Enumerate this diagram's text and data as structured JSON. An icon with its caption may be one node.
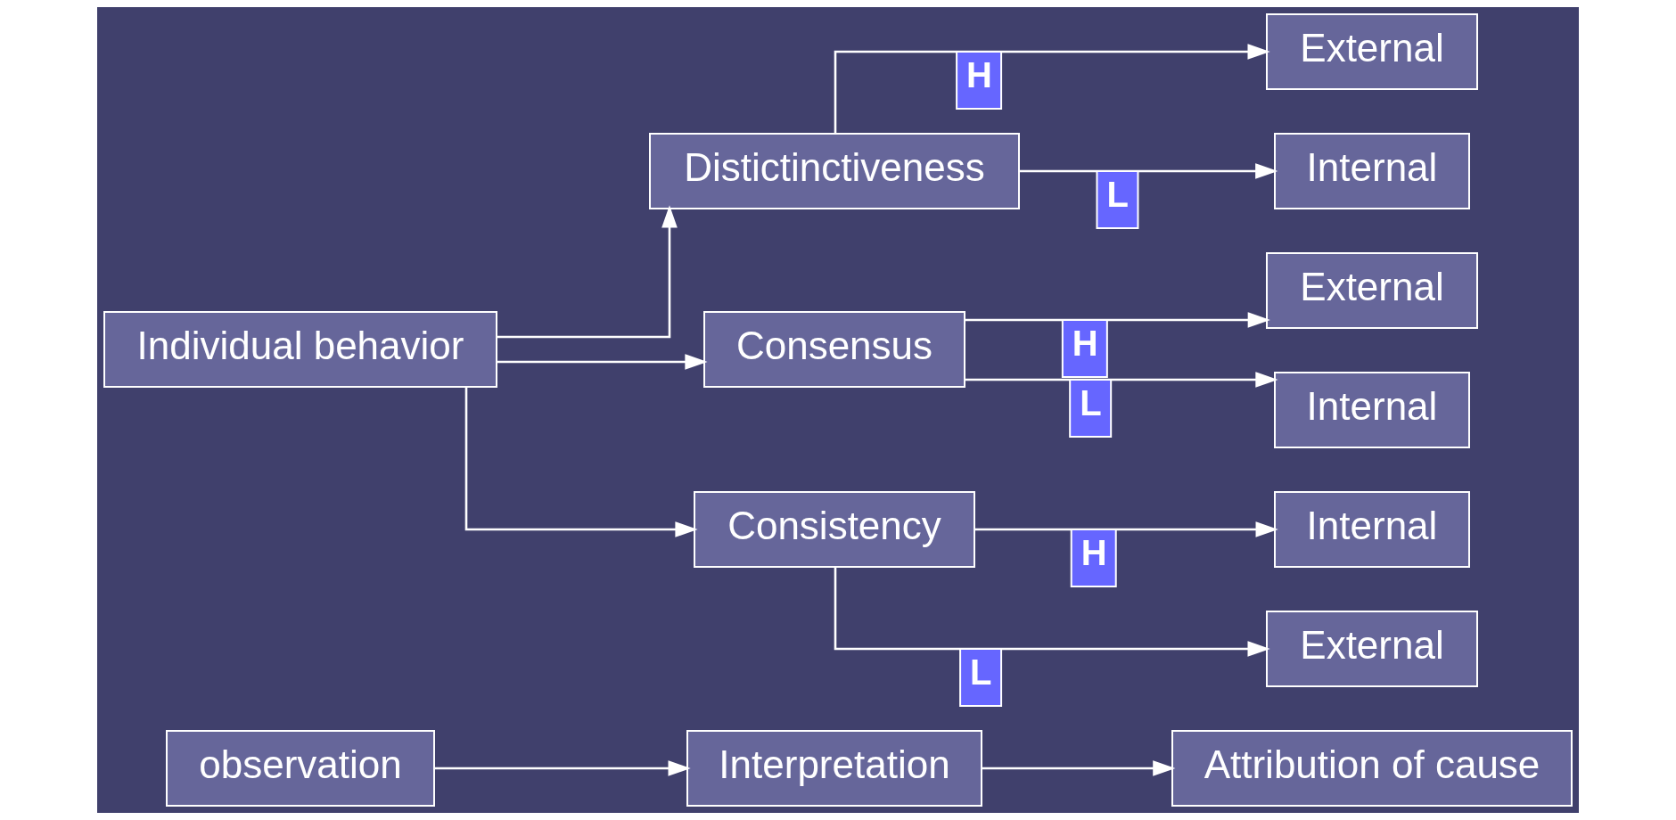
{
  "diagram": {
    "nodes": [
      {
        "text": [
          "observation"
        ]
      },
      {
        "text": [
          "Interpretation"
        ]
      },
      {
        "text": [
          "Attribution of cause"
        ]
      },
      {
        "text": [
          "Individual behavior"
        ]
      },
      {
        "text": [
          "Distictinctiveness"
        ]
      },
      {
        "text": [
          "External"
        ]
      },
      {
        "text": [
          "Internal"
        ]
      },
      {
        "text": [
          "Consensus"
        ]
      },
      {
        "text": [
          "External"
        ]
      },
      {
        "text": [
          "Internal"
        ]
      },
      {
        "text": [
          "Consistency"
        ]
      },
      {
        "text": [
          "Internal"
        ]
      },
      {
        "text": [
          "External"
        ]
      }
    ],
    "edges": [
      {
        "from": 0,
        "to": 1,
        "arrow": "to"
      },
      {
        "from": 1,
        "to": 2,
        "arrow": "to"
      },
      {
        "from": 3,
        "to": 4,
        "arrow": "to"
      },
      {
        "from": 3,
        "to": 7,
        "arrow": "to"
      },
      {
        "from": 3,
        "to": 10,
        "arrow": "to"
      },
      {
        "from": 4,
        "to": 5,
        "arrow": "to",
        "label": "H"
      },
      {
        "from": 4,
        "to": 6,
        "arrow": "to",
        "label": "L"
      },
      {
        "from": 7,
        "to": 8,
        "arrow": "to",
        "label": "H"
      },
      {
        "from": 7,
        "to": 9,
        "arrow": "to",
        "label": "L"
      },
      {
        "from": 10,
        "to": 11,
        "arrow": "to",
        "label": "H"
      },
      {
        "from": 10,
        "to": 12,
        "arrow": "to",
        "label": "L"
      }
    ]
  }
}
